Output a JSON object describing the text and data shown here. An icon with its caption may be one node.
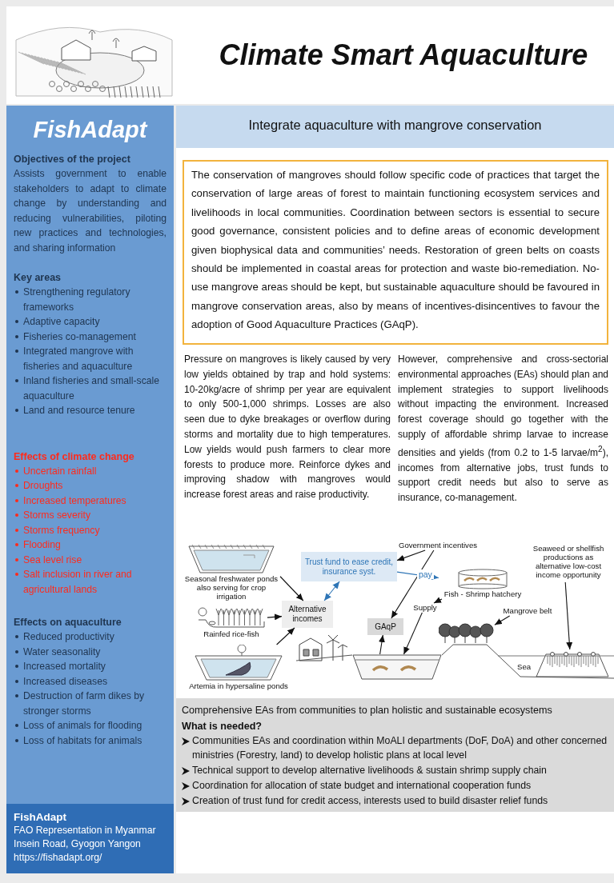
{
  "diagram": {
    "title": "Climate Smart Aquaculture",
    "nodes": [
      {
        "text": [
          "FishAdapt",
          "Objectives of the project",
          "Assists government to enable stakeholders to adapt to climate change by understanding and reducing vulnerabilities, piloting new practices and technologies, and sharing information",
          "Key areas",
          "Strengthening regulatory frameworks",
          "Adaptive capacity",
          "Fisheries co-management",
          "Integrated mangrove with fisheries and aquaculture",
          "Inland fisheries and small-scale aquaculture",
          "Land and resource tenure",
          "Effects of climate change",
          "Uncertain rainfall",
          "Droughts",
          "Increased temperatures",
          "Storms severity",
          "Storms frequency",
          "Flooding",
          "Sea level rise",
          "Salt inclusion in river and agricultural lands",
          "Effects on aquaculture",
          "Reduced productivity",
          "Water seasonality",
          "Increased mortality",
          "Increased diseases",
          "Destruction of farm dikes by stronger storms",
          "Loss of animals for flooding",
          "Loss of habitats for animals"
        ]
      },
      {
        "text": [
          "FishAdapt",
          "FAO Representation in Myanmar",
          "Insein Road, Gyogon Yangon",
          "https://fishadapt.org/"
        ]
      },
      {
        "text": [
          "Integrate aquaculture with mangrove conservation"
        ]
      },
      {
        "text": [
          "The conservation of mangroves should follow specific code of practices that target the conservation of large areas of forest to maintain functioning ecosystem services and livelihoods in local communities. Coordination between sectors is essential to secure good governance, consistent policies and to define areas of economic development given biophysical data and communities’ needs. Restoration of green belts on coasts should be implemented in coastal areas for protection and waste bio-remediation. No-use mangrove areas should be kept, but sustainable aquaculture should be favoured in mangrove conservation areas, also by means of incentives-disincentives to favour the adoption of Good Aquaculture Practices (GAqP)."
        ]
      },
      {
        "text": [
          "Seasonal freshwater ponds also serving for crop irrigation"
        ]
      },
      {
        "text": [
          "Trust fund to ease credit, insurance syst."
        ]
      },
      {
        "text": [
          "Government incentives"
        ]
      },
      {
        "text": [
          "Seaweed or shellfish productions as alternative low-cost income opportunity"
        ]
      },
      {
        "text": [
          "Fish - Shrimp hatchery"
        ]
      },
      {
        "text": [
          "Alternative incomes"
        ]
      },
      {
        "text": [
          "Supply"
        ]
      },
      {
        "text": [
          "Rainfed rice-fish"
        ]
      },
      {
        "text": [
          "Mangrove belt"
        ]
      },
      {
        "text": [
          "GAqP"
        ]
      },
      {
        "text": [
          "Artemia in hypersaline ponds"
        ]
      },
      {
        "text": [],
        "shape": "picture"
      },
      {
        "text": [],
        "shape": "picture"
      },
      {
        "text": [],
        "shape": "picture"
      },
      {
        "text": [
          "Comprehensive EAs from communities to plan holistic and sustainable ecosystems",
          "What is needed?",
          "Communities EAs and coordination within MoALI departments (DoF, DoA) and other concerned ministries (Forestry, land) to develop holistic plans at local level",
          "Technical support to develop alternative livelihoods & sustain shrimp supply chain",
          "Coordination for allocation of state budget and international cooperation funds",
          "Creation of trust fund for credit access, interests used to build disaster relief funds"
        ]
      }
    ],
    "edges": [
      {
        "from": 4,
        "to": 9,
        "arrow": "to"
      },
      {
        "from": 11,
        "to": 9,
        "arrow": "to"
      },
      {
        "from": 14,
        "to": 9,
        "arrow": "to"
      },
      {
        "from": 5,
        "to": 9,
        "arrow": "both",
        "color": "#2e75b6"
      },
      {
        "from": 6,
        "to": 5,
        "arrow": "to"
      },
      {
        "from": 6,
        "to": 13,
        "arrow": "to"
      },
      {
        "from": 5,
        "to": 8,
        "arrow": "to",
        "label": "pay",
        "color": "#2e75b6"
      },
      {
        "from": 8,
        "to": 10,
        "arrow": "to"
      },
      {
        "from": 10,
        "to": 15,
        "arrow": "to"
      },
      {
        "from": 15,
        "to": 13,
        "arrow": "to"
      },
      {
        "from": 12,
        "to": 16,
        "arrow": "to"
      },
      {
        "from": 7,
        "to": 17,
        "arrow": "to"
      }
    ],
    "labels": [
      "Pressure on mangroves is likely caused by very low yields obtained by trap and hold systems: 10-20kg/acre of shrimp per year are equivalent to only 500-1,000 shrimps. Losses are also seen due to dyke breakages or overflow during storms and mortality due to high temperatures. Low yields would push farmers to clear more forests to produce more. Reinforce dykes and improving shadow with mangroves would increase forest areas and raise productivity.",
      "However, comprehensive and cross-sectorial environmental approaches (EAs) should plan and implement strategies to support livelihoods without impacting the environment. Increased forest coverage should go together with the supply of affordable shrimp larvae to increase densities and yields (from 0.2 to 1-5 larvae/m$^{2}$), incomes from alternative jobs, trust funds to support credit needs but also to serve as insurance, co-management.",
      "Sea"
    ]
  }
}
